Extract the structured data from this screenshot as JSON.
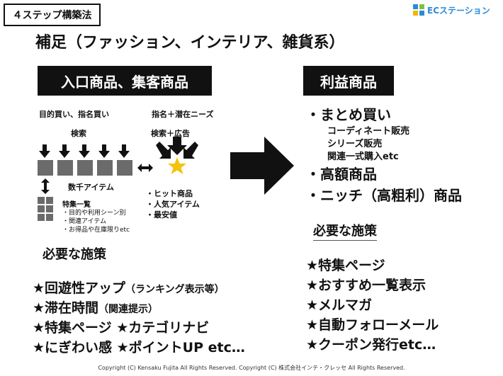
{
  "header": {
    "tag_label": "４ステップ構築法",
    "logo_text": "ECステーション"
  },
  "title": "補足（ファッション、インテリア、雑貨系）",
  "left": {
    "band_label": "入口商品、集客商品",
    "col1_heading": "目的買い、指名買い",
    "col1_search": "検索",
    "col2_heading": "指名＋潜在ニーズ",
    "col2_search": "検索＋広告",
    "product_count": "数千アイテム",
    "feature_title": "特集一覧",
    "feature_items": [
      "・目的や利用シーン別",
      "・関連アイテム",
      "・お得品や在庫限りetc"
    ],
    "col2_items": [
      "・ヒット商品",
      "・人気アイテム",
      "・最安値"
    ],
    "measures_heading": "必要な施策",
    "measures": [
      {
        "main": "★回遊性アップ",
        "note": "（ランキング表示等）"
      },
      {
        "main": "★滞在時間",
        "note": "（関連提示）"
      },
      {
        "main": "★特集ページ ★カテゴリナビ",
        "note": ""
      },
      {
        "main": "★にぎわい感 ★ポイントUP etc…",
        "note": ""
      }
    ]
  },
  "right": {
    "band_label": "利益商品",
    "item1": "・まとめ買い",
    "item1_sub": [
      "コーディネート販売",
      "シリーズ販売",
      "関連一式購入etc"
    ],
    "item2": "・高額商品",
    "item3": "・ニッチ（高粗利）商品",
    "measures_heading": "必要な施策",
    "measures": [
      "★特集ページ",
      "★おすすめ一覧表示",
      "★メルマガ",
      "★自動フォローメール",
      "★クーポン発行etc…"
    ]
  },
  "footer": "Copyright (C) Kensaku Fujita All Rights Reserved. Copyright (C) 株式会社インテ・クレッセ All Rights Reserved."
}
